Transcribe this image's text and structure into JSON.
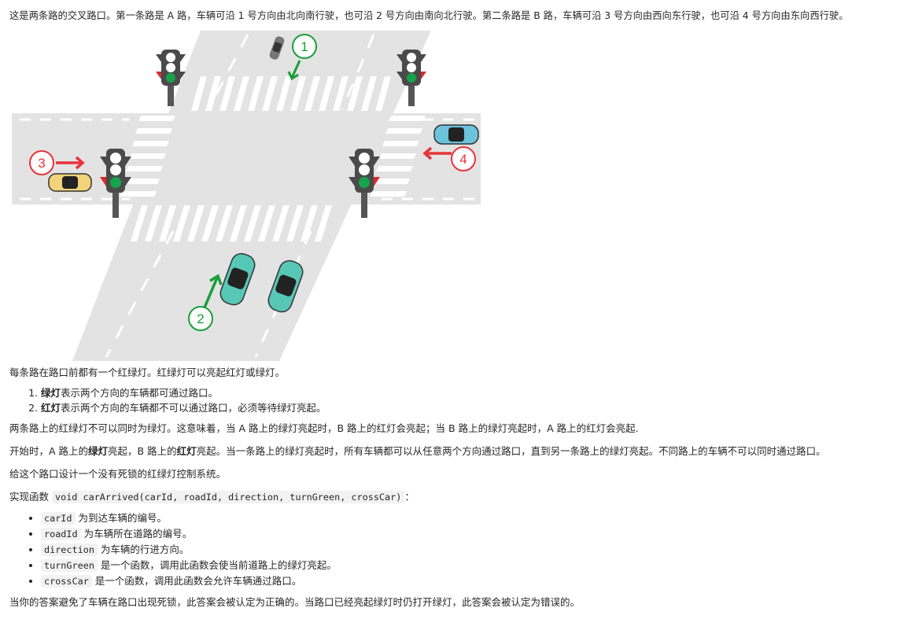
{
  "intro": "这是两条路的交叉路口。第一条路是 A 路，车辆可沿 1 号方向由北向南行驶，也可沿 2 号方向由南向北行驶。第二条路是 B 路，车辆可沿 3 号方向由西向东行驶，也可沿 4 号方向由东向西行驶。",
  "figure": {
    "markers": [
      "1",
      "2",
      "3",
      "4"
    ],
    "colors": {
      "road": "#e3e3e3",
      "green_arrow": "#1a9e3a",
      "red_arrow": "#e8333a",
      "light_green": "#16a34a",
      "light_red": "#d62b2b",
      "car_teal": "#57c7b6",
      "car_yellow": "#f2d37a",
      "car_blue": "#6cc3dc",
      "car_gray": "#777777"
    }
  },
  "p1": "每条路在路口前都有一个红绿灯。红绿灯可以亮起红灯或绿灯。",
  "list1": [
    {
      "bold": "绿灯",
      "text": "表示两个方向的车辆都可通过路口。"
    },
    {
      "bold": "红灯",
      "text": "表示两个方向的车辆都不可以通过路口，必须等待绿灯亮起。"
    }
  ],
  "p2": "两条路上的红绿灯不可以同时为绿灯。这意味着，当 A 路上的绿灯亮起时，B 路上的红灯会亮起；当 B 路上的绿灯亮起时，A 路上的红灯会亮起.",
  "p3": {
    "t1": "开始时，A 路上的",
    "b1": "绿灯",
    "t2": "亮起，B 路上的",
    "b2": "红灯",
    "t3": "亮起。当一条路上的绿灯亮起时，所有车辆都可以从任意两个方向通过路口，直到另一条路上的绿灯亮起。不同路上的车辆不可以同时通过路口。"
  },
  "p4": "给这个路口设计一个没有死锁的红绿灯控制系统。",
  "p5": {
    "prefix": "实现函数 ",
    "code": "void carArrived(carId, roadId, direction, turnGreen, crossCar)",
    "suffix": "："
  },
  "list2": [
    {
      "code": "carId",
      "text": " 为到达车辆的编号。"
    },
    {
      "code": "roadId",
      "text": " 为车辆所在道路的编号。"
    },
    {
      "code": "direction",
      "text": " 为车辆的行进方向。"
    },
    {
      "code": "turnGreen",
      "text": " 是一个函数，调用此函数会使当前道路上的绿灯亮起。"
    },
    {
      "code": "crossCar",
      "text": " 是一个函数，调用此函数会允许车辆通过路口。"
    }
  ],
  "p6": "当你的答案避免了车辆在路口出现死锁，此答案会被认定为正确的。当路口已经亮起绿灯时仍打开绿灯，此答案会被认定为错误的。"
}
